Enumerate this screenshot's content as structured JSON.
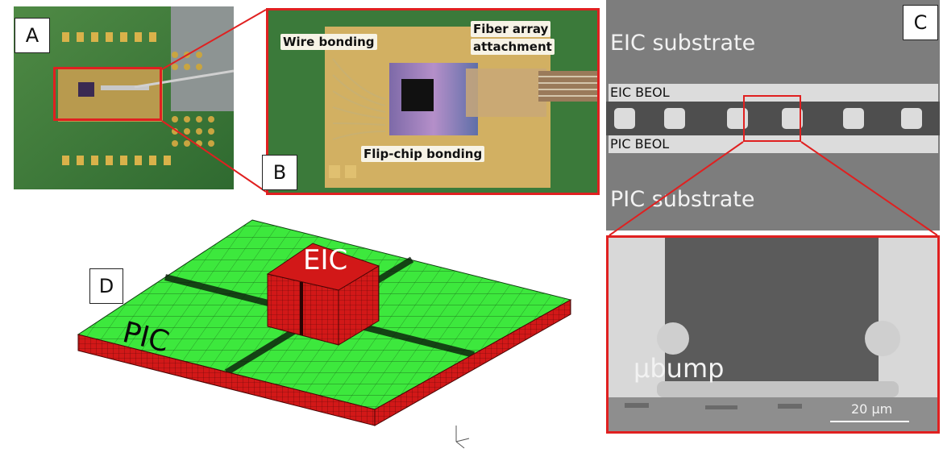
{
  "panels": {
    "a": {
      "label": "A"
    },
    "b": {
      "label": "B",
      "wire_bonding": "Wire bonding",
      "fiber_array_line1": "Fiber array",
      "fiber_array_line2": "attachment",
      "flip_chip": "Flip-chip bonding"
    },
    "c": {
      "label": "C",
      "eic_substrate": "EIC substrate",
      "eic_beol": "EIC BEOL",
      "pic_beol": "PIC BEOL",
      "pic_substrate": "PIC substrate",
      "ubump": "µbump",
      "scale_bar": "20 µm"
    },
    "d": {
      "label": "D",
      "eic": "EIC",
      "pic": "PIC"
    }
  },
  "colors": {
    "highlight_red": "#e02020",
    "pcb_green": "#3f7d3a",
    "mesh_green": "#3de83d",
    "mesh_red": "#d21818",
    "sem_gray": "#7f7f7f"
  }
}
